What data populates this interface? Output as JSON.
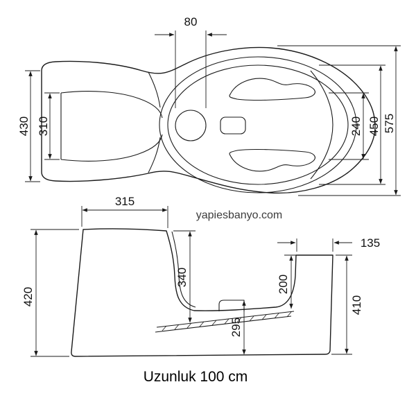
{
  "drawing": {
    "watermark": "yapiesbanyo.com",
    "caption": "Uzunluk 100 cm",
    "colors": {
      "line": "#1a1a1a",
      "text": "#111111",
      "watermark": "#3c3c3c",
      "background": "#ffffff"
    },
    "top_view": {
      "dimensions": {
        "drain_diameter": "80",
        "left_outer_width": "430",
        "left_inner_width": "310",
        "right_seat_width": "240",
        "basin_width": "450",
        "overall_width": "575"
      }
    },
    "front_view": {
      "dimensions": {
        "pedestal_top_width": "315",
        "right_ledge_width": "135",
        "left_height": "420",
        "basin_depth": "340",
        "ledge_to_floor_depth": "200",
        "drain_to_base_height": "295",
        "right_height": "410"
      }
    }
  }
}
